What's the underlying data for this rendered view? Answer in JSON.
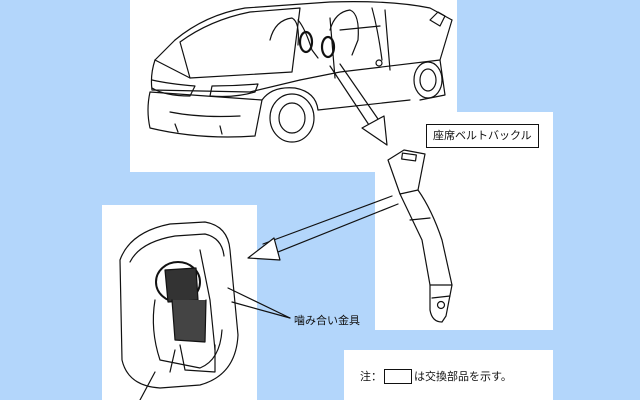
{
  "labels": {
    "seat_belt_buckle": "座席ベルトバックル",
    "engaging_fitting": "噛み合い金具"
  },
  "note": {
    "prefix": "注：",
    "suffix": "は交換部品を示す。"
  },
  "colors": {
    "background": "#b3d6fb",
    "panel": "#ffffff",
    "line": "#111111"
  }
}
